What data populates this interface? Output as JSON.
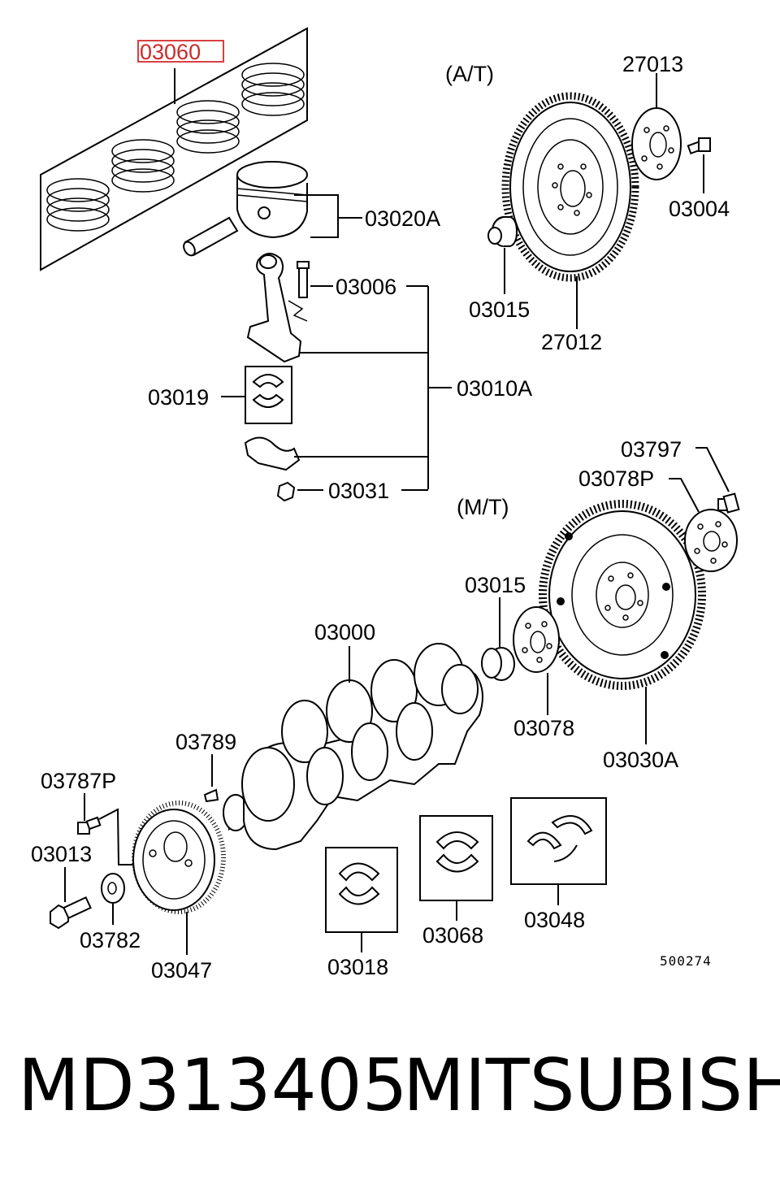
{
  "labels": {
    "p03060": "03060",
    "p03020A": "03020A",
    "p03006": "03006",
    "p03019": "03019",
    "p03010A": "03010A",
    "p03031": "03031",
    "at": "(A/T)",
    "p27013": "27013",
    "p03004": "03004",
    "p03015_at": "03015",
    "p27012": "27012",
    "p03797": "03797",
    "p03078P": "03078P",
    "mt": "(M/T)",
    "p03015_mt": "03015",
    "p03000": "03000",
    "p03078": "03078",
    "p03030A": "03030A",
    "p03789": "03789",
    "p03787P": "03787P",
    "p03013": "03013",
    "p03782": "03782",
    "p03047": "03047",
    "p03018": "03018",
    "p03068": "03068",
    "p03048": "03048",
    "ref": "500274"
  },
  "highlight": {
    "part": "03060",
    "color": "#d94040"
  },
  "footer": {
    "part_number": "MD313405",
    "brand": "MITSUBISHI"
  }
}
